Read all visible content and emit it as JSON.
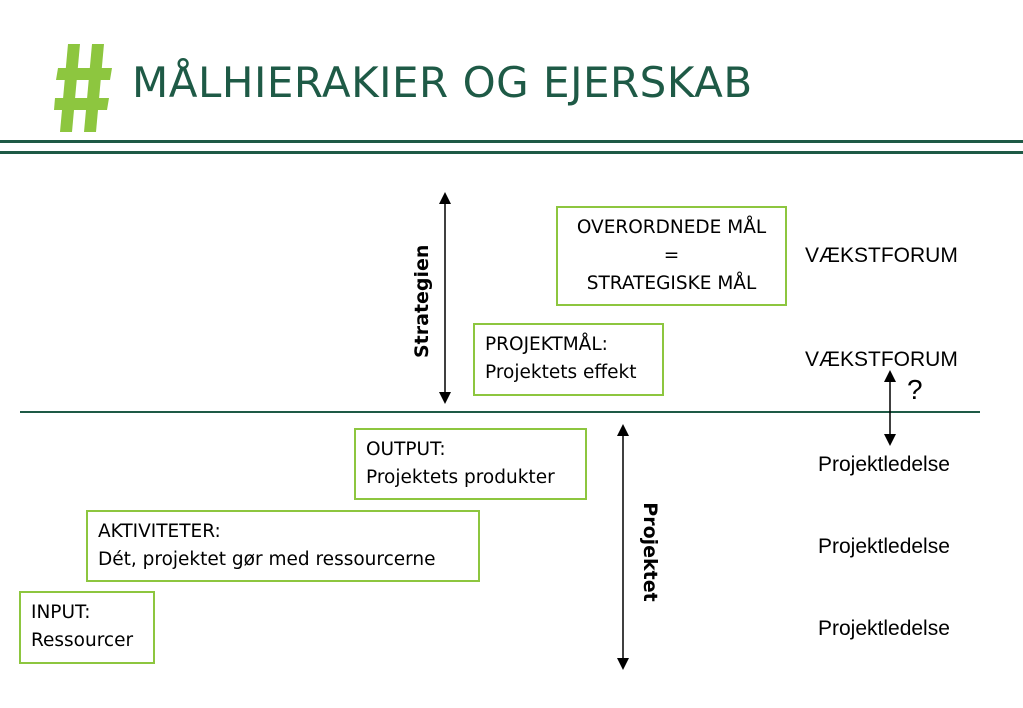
{
  "header": {
    "logo_icon": "hash-icon",
    "title": "MÅLHIERAKIER OG EJERSKAB",
    "accent_green": "#8dc63f",
    "brand_dark_green": "#1e5a46"
  },
  "boxes": {
    "overordnede": [
      "OVERORDNEDE MÅL",
      "=",
      "STRATEGISKE MÅL"
    ],
    "projektmaal": [
      "PROJEKTMÅL:",
      "Projektets effekt"
    ],
    "output": [
      "OUTPUT:",
      "Projektets produkter"
    ],
    "aktiviteter": [
      "AKTIVITETER:",
      "Dét, projektet gør med ressourcerne"
    ],
    "input": [
      "INPUT:",
      "Ressourcer"
    ]
  },
  "side_labels": {
    "vaekstforum_1": "VÆKSTFORUM",
    "vaekstforum_2": "VÆKSTFORUM",
    "question": "?",
    "projektledelse_1": "Projektledelse",
    "projektledelse_2": "Projektledelse",
    "projektledelse_3": "Projektledelse"
  },
  "axis_labels": {
    "strategien": "Strategien",
    "projektet": "Projektet"
  }
}
